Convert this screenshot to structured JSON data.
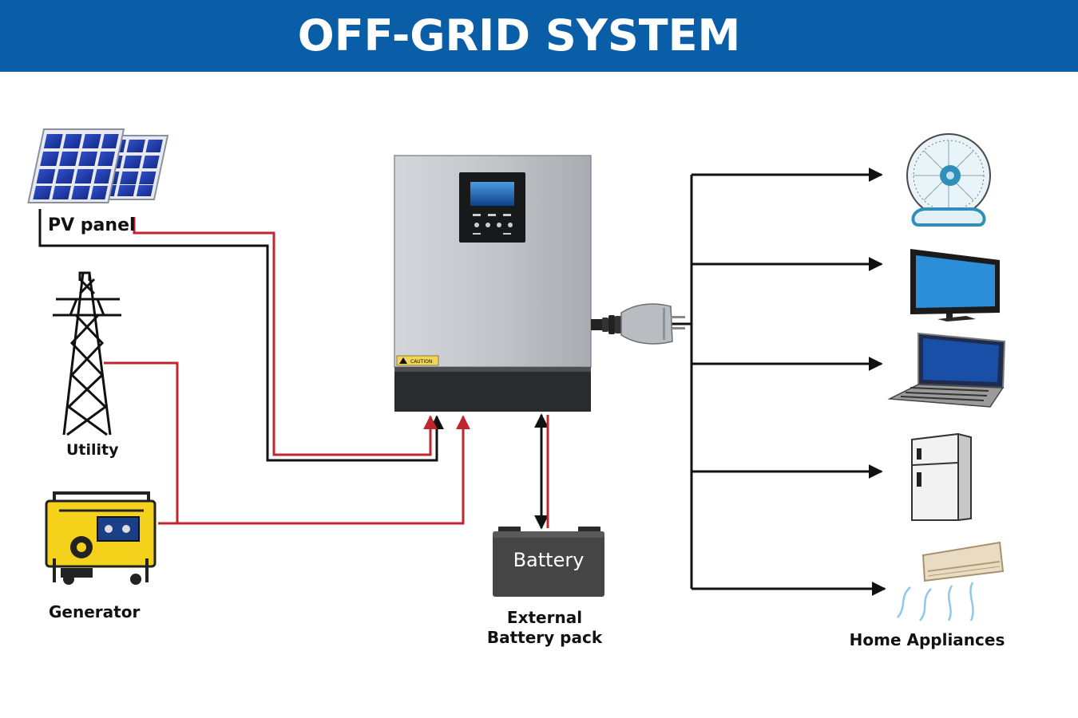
{
  "header": {
    "title": "OFF-GRID SYSTEM"
  },
  "sources": {
    "pv_panel": "PV panel",
    "utility": "Utility",
    "generator": "Generator"
  },
  "battery": {
    "body_label": "Battery",
    "caption_line1": "External",
    "caption_line2": "Battery pack"
  },
  "inverter": {
    "caution_text": "CAUTION"
  },
  "appliances": {
    "caption": "Home Appliances",
    "items": [
      "fan-icon",
      "tv-icon",
      "laptop-icon",
      "refrigerator-icon",
      "air-conditioner-icon"
    ]
  },
  "colors": {
    "header_bg": "#0a5ea8",
    "dc_line": "#c0262d",
    "ac_line": "#111111"
  }
}
